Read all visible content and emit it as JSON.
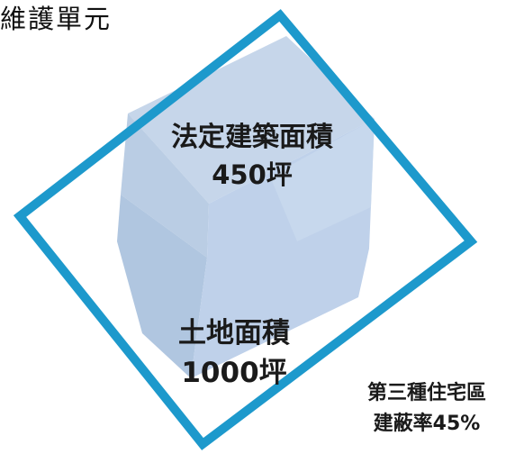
{
  "header": {
    "title": "維護單元"
  },
  "building": {
    "floor_area_label": "法定建築面積",
    "floor_area_value": "450坪",
    "color_top": "#c3d4e8",
    "color_side": "#b3c8e2",
    "color_front": "#bed0ea"
  },
  "land": {
    "area_label": "土地面積",
    "area_value": "1000坪",
    "border_color": "#1d99cc"
  },
  "zoning": {
    "zone_name": "第三種住宅區",
    "coverage_ratio": "建蔽率45%"
  }
}
